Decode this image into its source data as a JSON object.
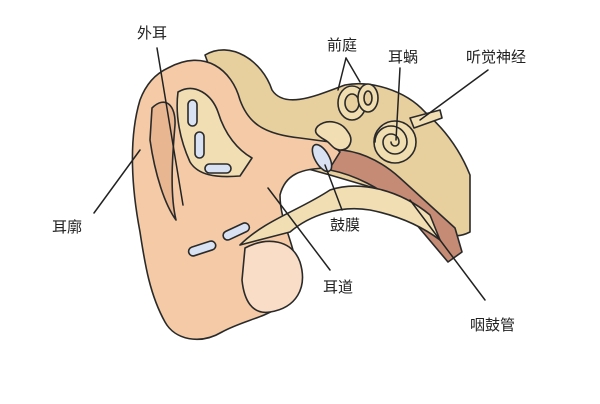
{
  "labels": {
    "outer_ear": "外耳",
    "vestibule": "前庭",
    "cochlea": "耳蜗",
    "auditory_nerve": "听觉神经",
    "auricle": "耳廓",
    "eardrum": "鼓膜",
    "ear_canal": "耳道",
    "eustachian_tube": "咽鼓管"
  },
  "colors": {
    "outline": "#2a2a2a",
    "skin": "#f4cba6",
    "skin_shadow": "#e8b690",
    "bone": "#e8cf9e",
    "bone_light": "#f2deb3",
    "canal_light": "#f9ddc6",
    "muscle": "#c58b74",
    "cartilage": "#d8e2f2",
    "inner_ear": "#f1deb0"
  }
}
